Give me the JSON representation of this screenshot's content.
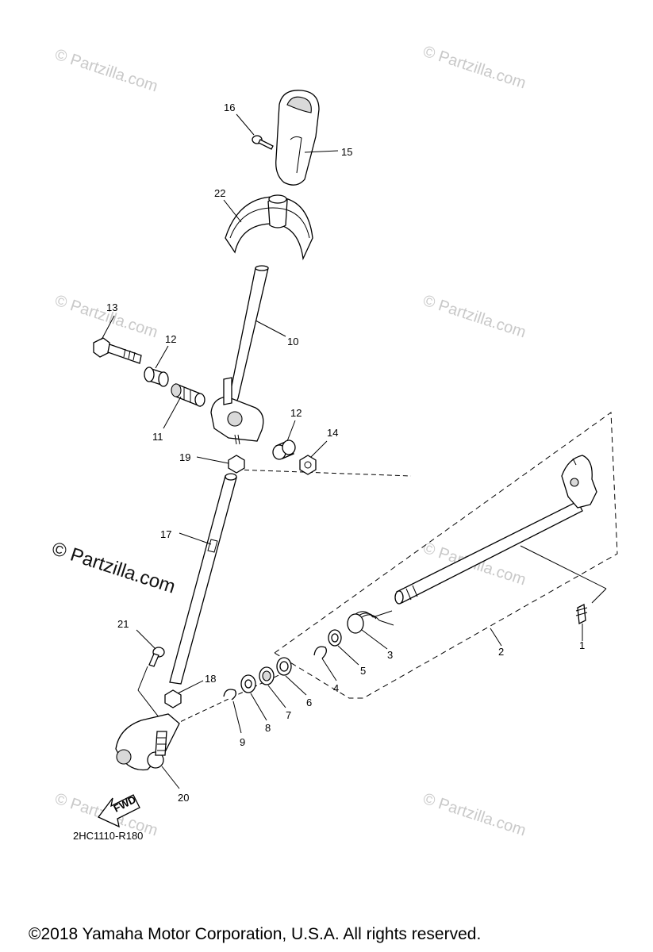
{
  "watermarks": {
    "small": "© Partzilla.com",
    "large": "© Partzilla.com"
  },
  "callouts": [
    {
      "id": "1",
      "text": "1"
    },
    {
      "id": "2",
      "text": "2"
    },
    {
      "id": "3",
      "text": "3"
    },
    {
      "id": "4",
      "text": "4"
    },
    {
      "id": "5",
      "text": "5"
    },
    {
      "id": "6",
      "text": "6"
    },
    {
      "id": "7",
      "text": "7"
    },
    {
      "id": "8",
      "text": "8"
    },
    {
      "id": "9",
      "text": "9"
    },
    {
      "id": "10",
      "text": "10"
    },
    {
      "id": "11",
      "text": "11"
    },
    {
      "id": "12a",
      "text": "12"
    },
    {
      "id": "12b",
      "text": "12"
    },
    {
      "id": "13",
      "text": "13"
    },
    {
      "id": "14",
      "text": "14"
    },
    {
      "id": "15",
      "text": "15"
    },
    {
      "id": "16",
      "text": "16"
    },
    {
      "id": "17",
      "text": "17"
    },
    {
      "id": "18",
      "text": "18"
    },
    {
      "id": "19",
      "text": "19"
    },
    {
      "id": "20",
      "text": "20"
    },
    {
      "id": "21",
      "text": "21"
    },
    {
      "id": "22",
      "text": "22"
    }
  ],
  "fwd_label": "FWD",
  "diagram_code": "2HC1110-R180",
  "copyright": "©2018  Yamaha Motor Corporation, U.S.A. All rights reserved.",
  "colors": {
    "line": "#000000",
    "watermark": "#c9c9c9",
    "background": "#ffffff"
  }
}
